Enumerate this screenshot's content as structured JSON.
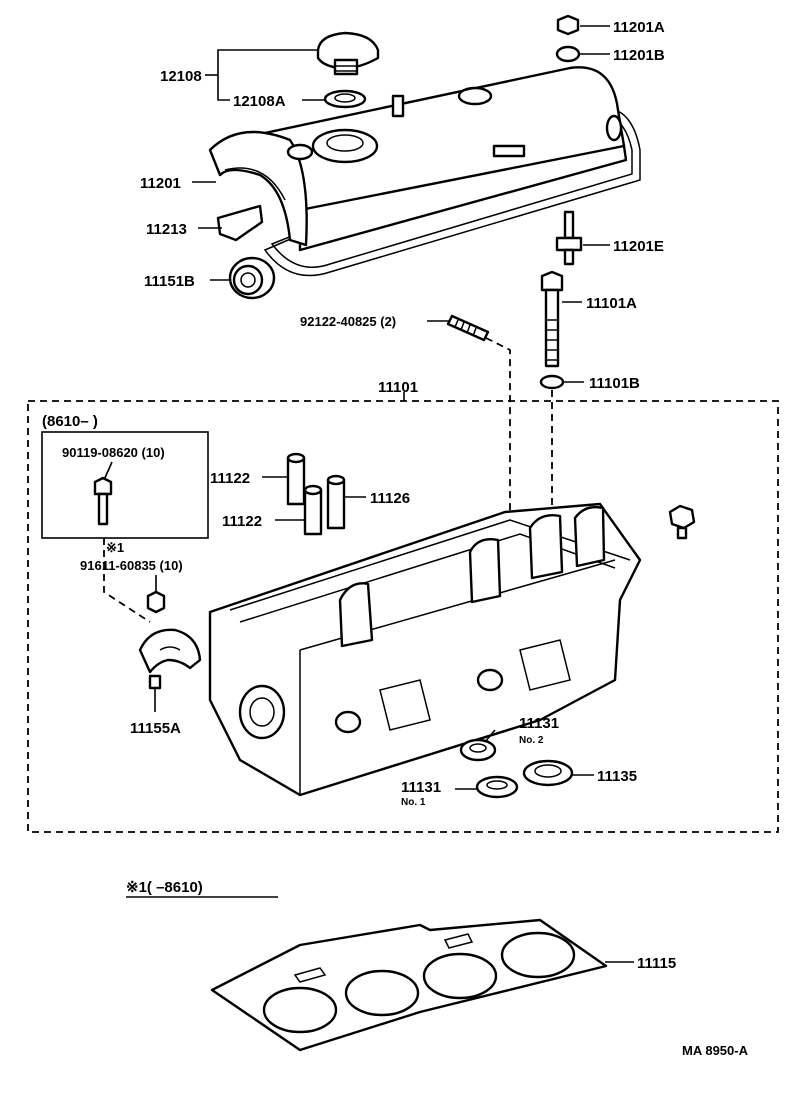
{
  "parts": {
    "p11201A": "11201A",
    "p11201B": "11201B",
    "p12108": "12108",
    "p12108A": "12108A",
    "p11201": "11201",
    "p11213": "11213",
    "p11201E": "11201E",
    "p11151B": "11151B",
    "p11101A": "11101A",
    "p92122": "92122-40825 (2)",
    "p11101B": "11101B",
    "p11101": "11101",
    "p11122a": "11122",
    "p11126": "11126",
    "p11122b": "11122",
    "p90119": "90119-08620 (10)",
    "p91611": "91611-60835 (10)",
    "p11155A": "11155A",
    "p11131a": "11131",
    "p11131a_no": "No. 2",
    "p11131b": "11131",
    "p11131b_no": "No. 1",
    "p11135": "11135",
    "p11115": "11115"
  },
  "notes": {
    "range_top": "(8610–        )",
    "asterisk_small": "※1",
    "range_bottom": "※1(       –8610)"
  },
  "footer": {
    "code": "MA 8950-A"
  }
}
